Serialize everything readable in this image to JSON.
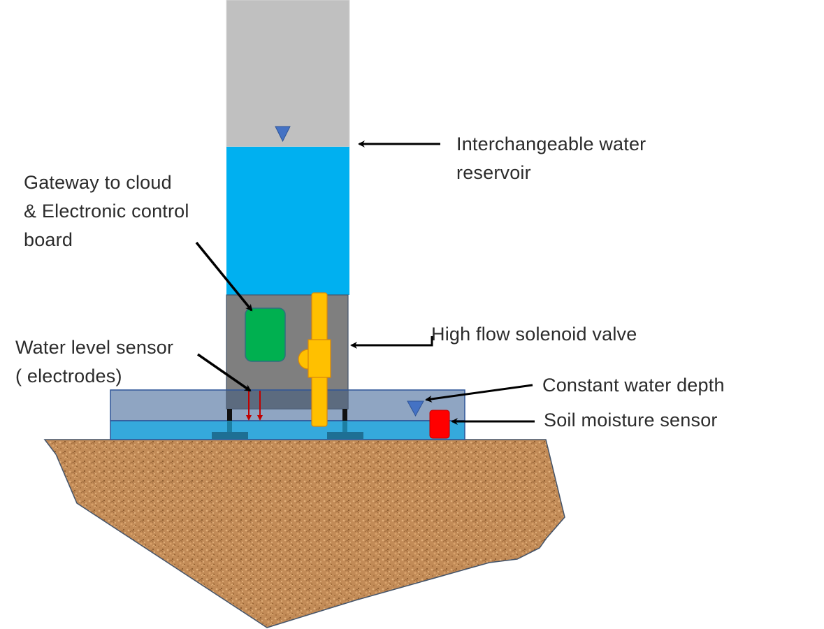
{
  "diagram": {
    "title": "Self-watering system schematic",
    "colors": {
      "reservoir_empty": "#c0c0c0",
      "reservoir_water": "#00b0f0",
      "housing": "#7f7f7f",
      "control_board": "#00b050",
      "valve": "#ffc000",
      "tray_upper": "#8fa5c2",
      "tray_water": "#35a9dc",
      "soil": "#c08a55",
      "moisture_sensor": "#ff0000",
      "electrodes": "#c00000",
      "water_level_marker": "#4472c4",
      "arrow": "#000000"
    },
    "labels": {
      "reservoir": [
        "Interchangeable water",
        "reservoir"
      ],
      "gateway": [
        "Gateway to cloud",
        "& Electronic control",
        "board"
      ],
      "water_level_sensor": [
        "Water level sensor",
        "( electrodes)"
      ],
      "solenoid_valve": [
        "High flow solenoid valve"
      ],
      "constant_depth": [
        "Constant water depth"
      ],
      "soil_moisture": [
        "Soil moisture sensor"
      ]
    }
  }
}
